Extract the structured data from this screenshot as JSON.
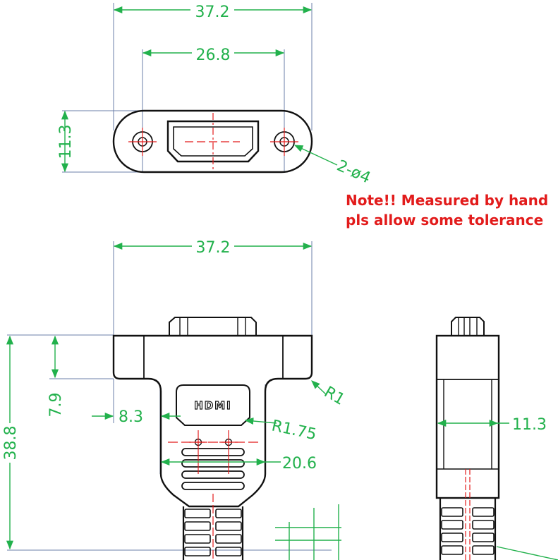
{
  "note": {
    "line1": "Note!! Measured by hand",
    "line2": "pls allow some tolerance"
  },
  "dimensions": {
    "top_width": "37.2",
    "hole_spacing": "26.8",
    "flange_height": "11.3",
    "holes": "2-ø4",
    "front_width": "37.2",
    "total_height": "38.8",
    "flange_depth": "7.9",
    "neck_offset": "8.3",
    "corner_radius": "R1",
    "logo_radius": "R1.75",
    "body_width": "20.6",
    "side_thickness": "11.3"
  },
  "logo_text": "HDMI",
  "colors": {
    "outline": "#111111",
    "dimension": "#22b14c",
    "centerline": "#e21b1b",
    "extension": "#6b7fa8",
    "note": "#e21b1b"
  }
}
